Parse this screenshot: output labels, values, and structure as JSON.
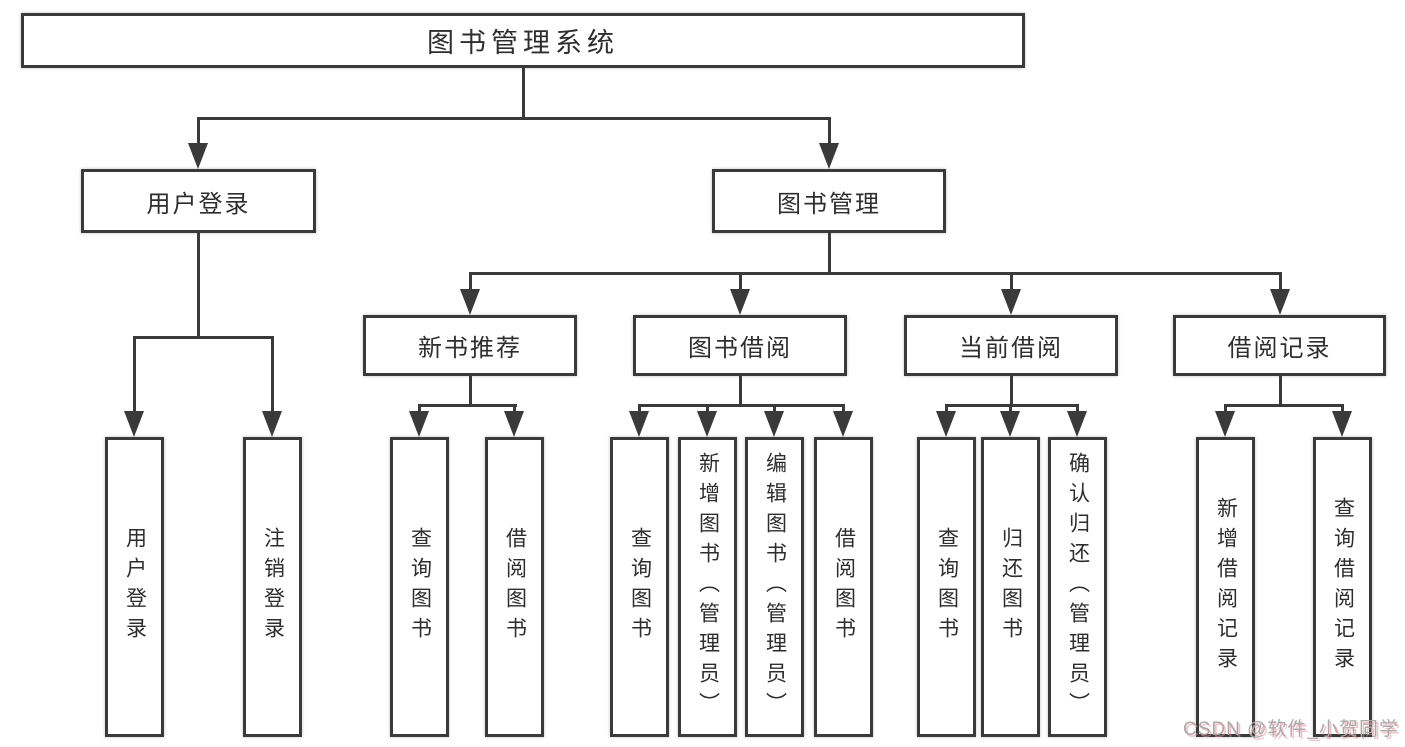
{
  "diagram": {
    "root": {
      "label": "图书管理系统"
    },
    "level1": [
      {
        "label": "用户登录"
      },
      {
        "label": "图书管理"
      }
    ],
    "level2": [
      {
        "label": "新书推荐"
      },
      {
        "label": "图书借阅"
      },
      {
        "label": "当前借阅"
      },
      {
        "label": "借阅记录"
      }
    ],
    "leaves": [
      {
        "label": "用户登录"
      },
      {
        "label": "注销登录"
      },
      {
        "label": "查询图书"
      },
      {
        "label": "借阅图书"
      },
      {
        "label": "查询图书"
      },
      {
        "label": "新增图书（管理员）"
      },
      {
        "label": "编辑图书（管理员）"
      },
      {
        "label": "借阅图书"
      },
      {
        "label": "查询图书"
      },
      {
        "label": "归还图书"
      },
      {
        "label": "确认归还（管理员）"
      },
      {
        "label": "新增借阅记录"
      },
      {
        "label": "查询借阅记录"
      }
    ],
    "watermark": "CSDN @软件_小贺同学",
    "colors": {
      "line": "#3a3a3a",
      "text": "#2e2e2e",
      "background": "#ffffff",
      "watermark": "#a9a9a9",
      "watermark_shadow": "#eb8c9b"
    }
  }
}
